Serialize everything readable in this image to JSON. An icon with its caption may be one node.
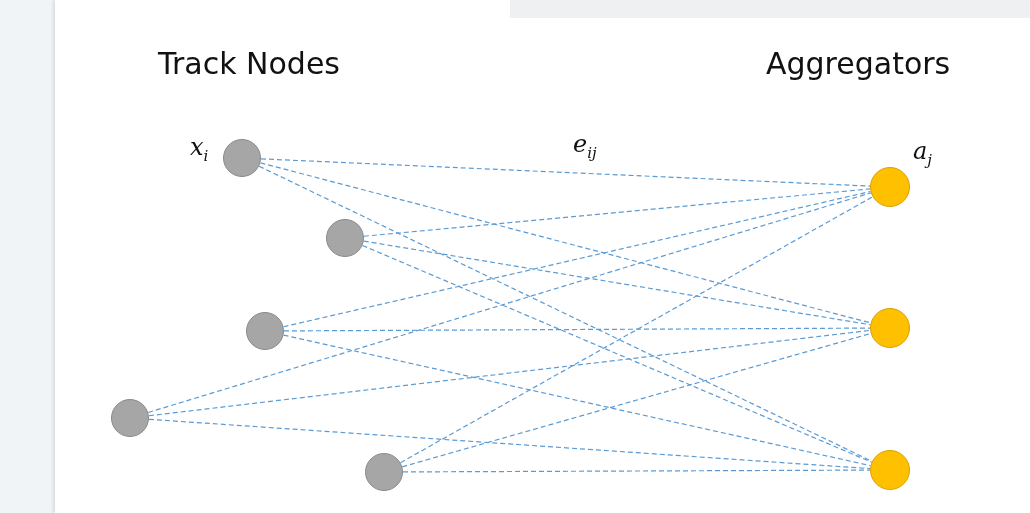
{
  "diagram": {
    "nodes": [
      {
        "text": [],
        "shape": "circle",
        "beside": [
          "x$_{i}$"
        ]
      },
      {
        "text": [],
        "shape": "circle"
      },
      {
        "text": [],
        "shape": "circle"
      },
      {
        "text": [],
        "shape": "circle"
      },
      {
        "text": [],
        "shape": "circle"
      },
      {
        "text": [],
        "shape": "circle",
        "beside": [
          "a$_{j}$"
        ]
      },
      {
        "text": [],
        "shape": "circle"
      },
      {
        "text": [],
        "shape": "circle"
      }
    ],
    "edges": [
      {
        "from": 0,
        "to": 5,
        "arrow": "none",
        "style": "dashed"
      },
      {
        "from": 0,
        "to": 6,
        "arrow": "none",
        "style": "dashed"
      },
      {
        "from": 0,
        "to": 7,
        "arrow": "none",
        "style": "dashed"
      },
      {
        "from": 1,
        "to": 5,
        "arrow": "none",
        "style": "dashed"
      },
      {
        "from": 1,
        "to": 6,
        "arrow": "none",
        "style": "dashed"
      },
      {
        "from": 1,
        "to": 7,
        "arrow": "none",
        "style": "dashed"
      },
      {
        "from": 2,
        "to": 5,
        "arrow": "none",
        "style": "dashed"
      },
      {
        "from": 2,
        "to": 6,
        "arrow": "none",
        "style": "dashed"
      },
      {
        "from": 2,
        "to": 7,
        "arrow": "none",
        "style": "dashed"
      },
      {
        "from": 3,
        "to": 5,
        "arrow": "none",
        "style": "dashed"
      },
      {
        "from": 3,
        "to": 6,
        "arrow": "none",
        "style": "dashed"
      },
      {
        "from": 3,
        "to": 7,
        "arrow": "none",
        "style": "dashed"
      },
      {
        "from": 4,
        "to": 5,
        "arrow": "none",
        "style": "dashed"
      },
      {
        "from": 4,
        "to": 6,
        "arrow": "none",
        "style": "dashed"
      },
      {
        "from": 4,
        "to": 7,
        "arrow": "none",
        "style": "dashed"
      }
    ],
    "labels": [
      "Track Nodes",
      "Aggregators",
      "e$_{ij}$"
    ]
  }
}
